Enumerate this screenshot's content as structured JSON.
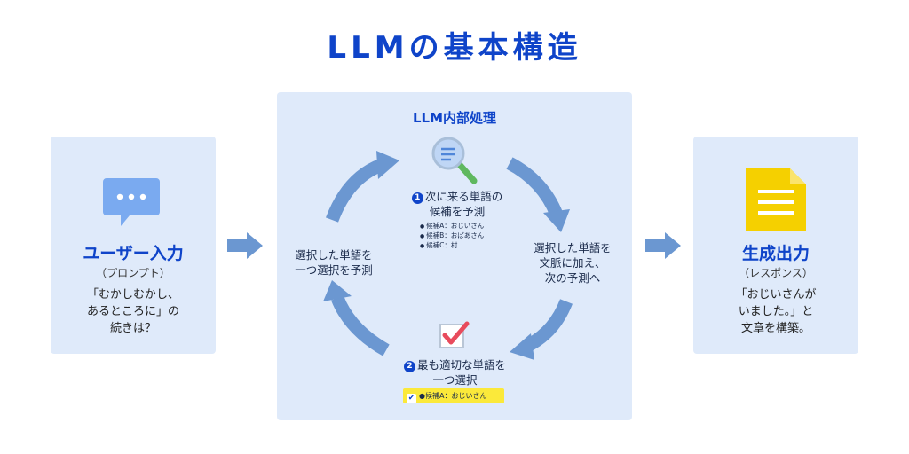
{
  "title": "LLMの基本構造",
  "input": {
    "title": "ユーザー入力",
    "subtitle": "（プロンプト）",
    "lines": [
      "「むかしむかし、",
      "あるところに」の",
      "続きは？"
    ]
  },
  "core": {
    "title": "LLM内部処理",
    "step1": {
      "number": "1",
      "lines": [
        "次に来る単語の",
        "候補を予測"
      ]
    },
    "candidates": [
      "候補A：おじいさん",
      "候補B：おばあさん",
      "候補C：村"
    ],
    "step2": {
      "number": "2",
      "lines": [
        "最も適切な単語を",
        "一つ選択"
      ]
    },
    "selected": "●候補A：おじいさん",
    "right_note": [
      "選択した単語を",
      "文脈に加え、",
      "次の予測へ"
    ],
    "left_note": [
      "選択した単語を",
      "一つ選択を予測"
    ]
  },
  "output": {
    "title": "生成出力",
    "subtitle": "（レスポンス）",
    "lines": [
      "「おじいさんが",
      "いました。」と",
      "文章を構築。"
    ]
  },
  "colors": {
    "accent": "#0f44c9",
    "panel": "#dfeafa",
    "arrow": "#6b97d1",
    "document": "#f5c700",
    "check": "#e84b5c"
  },
  "icons": [
    "chat-bubble-icon",
    "magnifier-icon",
    "checkbox-icon",
    "document-icon"
  ]
}
